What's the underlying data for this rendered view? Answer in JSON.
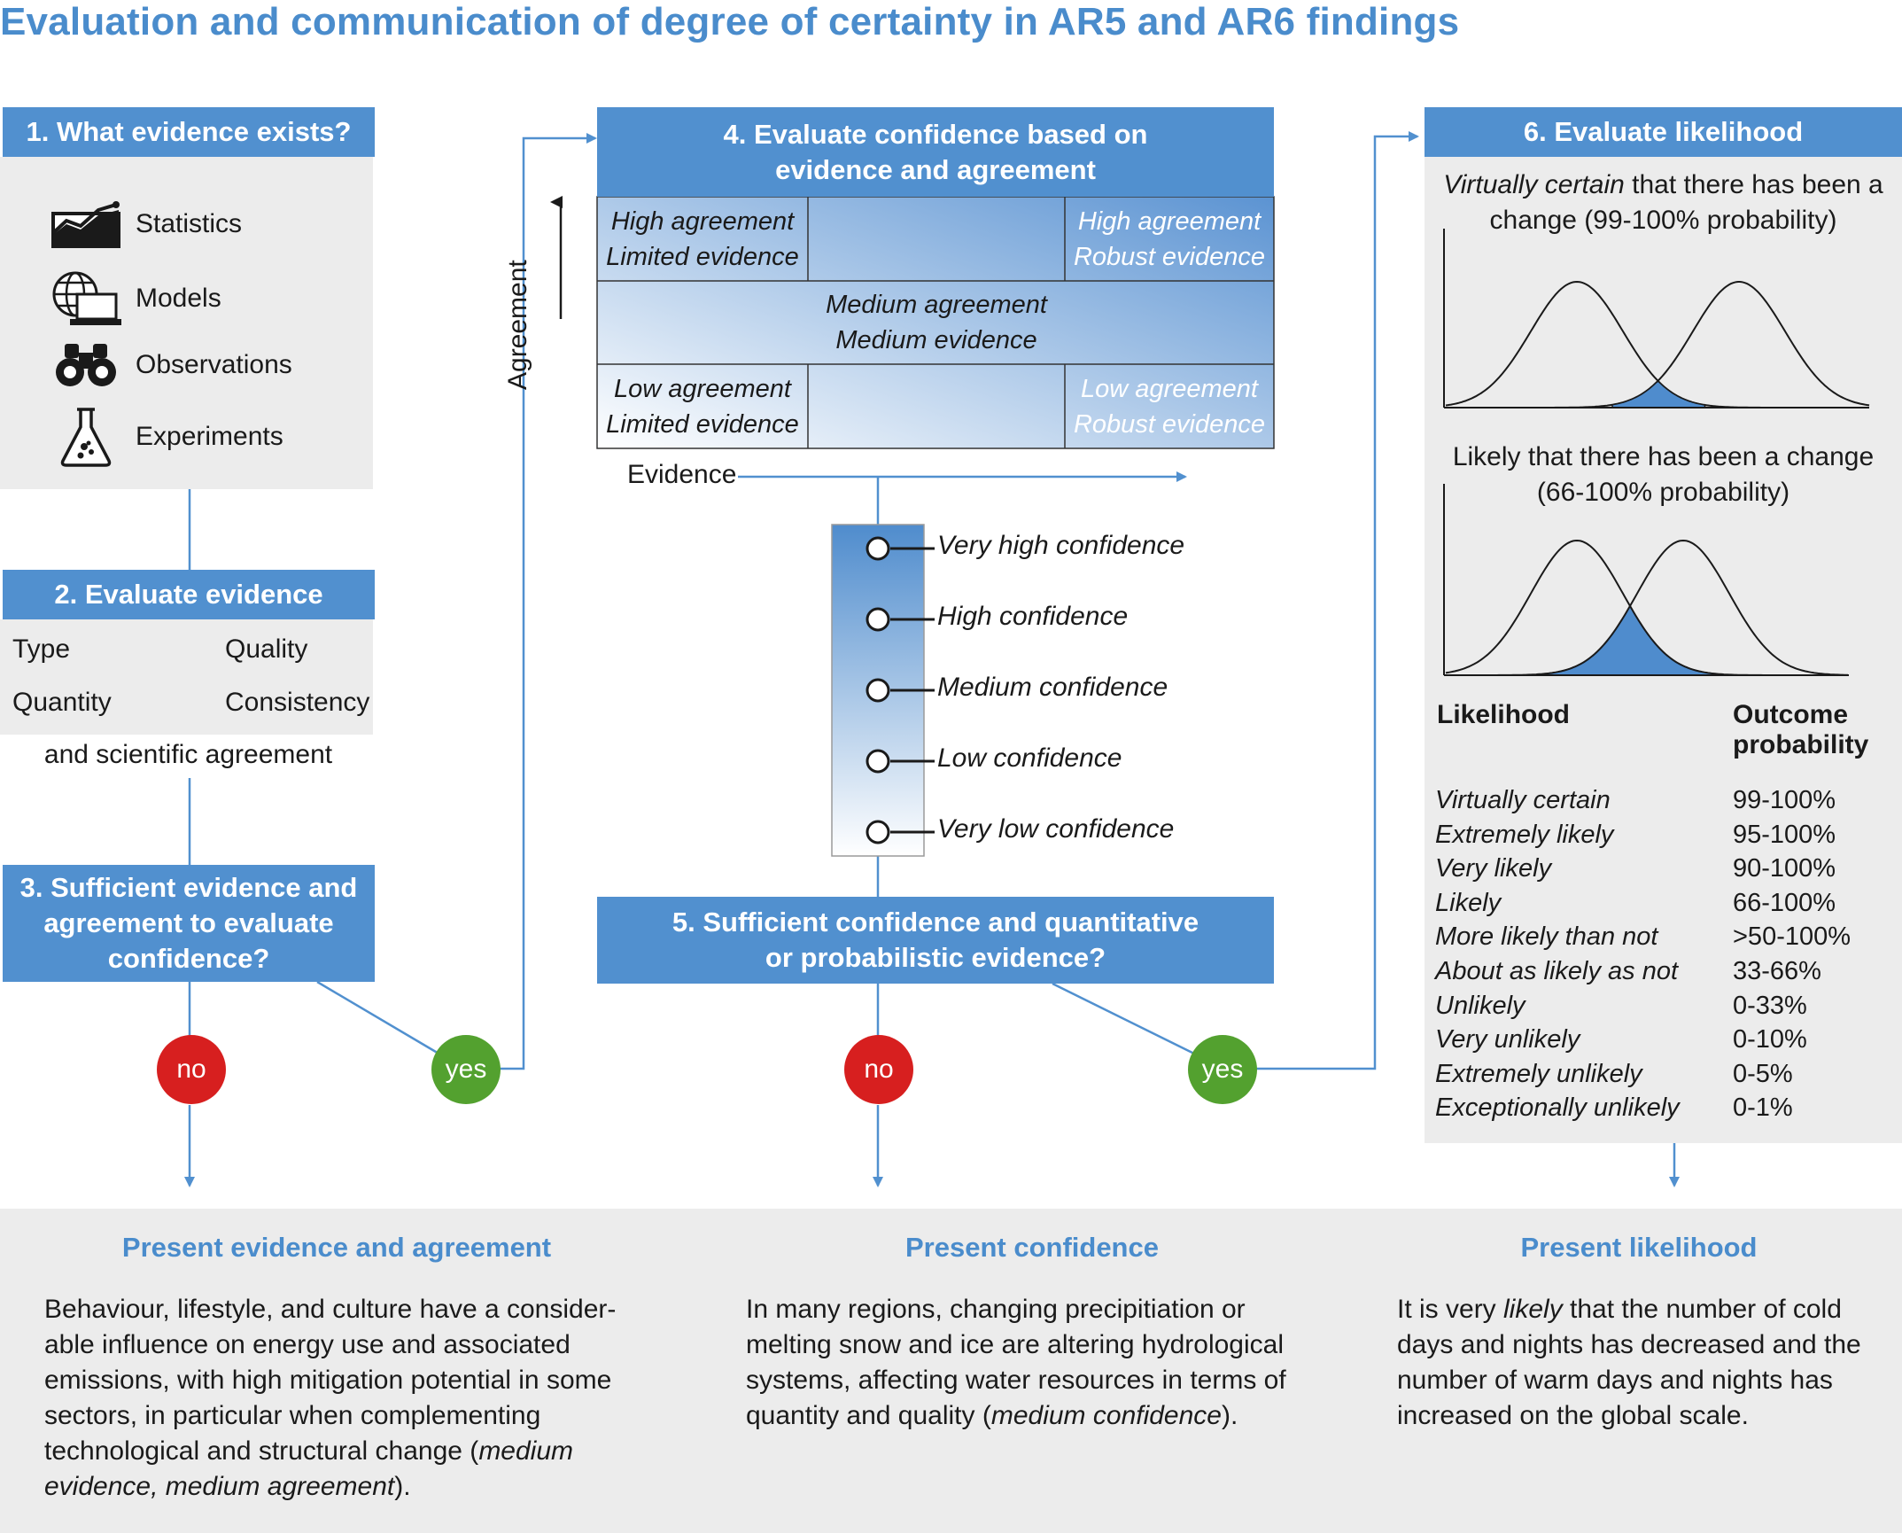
{
  "title": "Evaluation and communication of degree of certainty in AR5 and AR6 findings",
  "step1": {
    "header": "1. What evidence exists?",
    "items": [
      {
        "label": "Statistics",
        "icon": "chart-icon"
      },
      {
        "label": "Models",
        "icon": "globe-laptop-icon"
      },
      {
        "label": "Observations",
        "icon": "binoculars-icon"
      },
      {
        "label": "Experiments",
        "icon": "flask-icon"
      }
    ]
  },
  "step2": {
    "header": "2. Evaluate evidence",
    "type": "Type",
    "quality": "Quality",
    "quantity": "Quantity",
    "consistency": "Consistency",
    "agreement": "and scientific agreement"
  },
  "step3": {
    "header_line1": "3. Sufficient evidence and",
    "header_line2": "agreement to evaluate",
    "header_line3": "confidence?"
  },
  "step4": {
    "header_line1": "4. Evaluate confidence based on",
    "header_line2": "evidence and agreement",
    "cells": {
      "tl1": "High agreement",
      "tl2": "Limited evidence",
      "tr1": "High agreement",
      "tr2": "Robust evidence",
      "mm1": "Medium agreement",
      "mm2": "Medium evidence",
      "bl1": "Low agreement",
      "bl2": "Limited evidence",
      "br1": "Low agreement",
      "br2": "Robust evidence"
    },
    "y_axis": "Agreement",
    "x_axis": "Evidence"
  },
  "confidence_levels": [
    "Very high confidence",
    "High confidence",
    "Medium confidence",
    "Low confidence",
    "Very low confidence"
  ],
  "step5": {
    "header_line1": "5. Sufficient confidence and quantitative",
    "header_line2": "or probabilistic evidence?"
  },
  "step6": {
    "header": "6. Evaluate likelihood",
    "vc_em": "Virtually certain",
    "vc_rest": " that there has been a",
    "vc_line2": "change (99-100% probability)",
    "likely_line1": "Likely that there has been a change",
    "likely_line2": "(66-100% probability)",
    "col_likelihood": "Likelihood",
    "col_outcome1": "Outcome",
    "col_outcome2": "probability",
    "rows": [
      {
        "term": "Virtually certain",
        "prob": "99-100%"
      },
      {
        "term": "Extremely likely",
        "prob": "95-100%"
      },
      {
        "term": "Very likely",
        "prob": "90-100%"
      },
      {
        "term": "Likely",
        "prob": "66-100%"
      },
      {
        "term": "More likely than not",
        "prob": ">50-100%"
      },
      {
        "term": "About as likely as not",
        "prob": "33-66%"
      },
      {
        "term": "Unlikely",
        "prob": "0-33%"
      },
      {
        "term": "Very unlikely",
        "prob": "0-10%"
      },
      {
        "term": "Extremely unlikely",
        "prob": "0-5%"
      },
      {
        "term": "Exceptionally unlikely",
        "prob": "0-1%"
      }
    ]
  },
  "decisions": {
    "no": "no",
    "yes": "yes"
  },
  "bottom": {
    "evidence": {
      "heading": "Present evidence and agreement",
      "l1": "Behaviour, lifestyle, and culture have a consider-",
      "l2": "able influence on energy use and associated",
      "l3": "emissions, with high mitigation potential in some",
      "l4": "sectors, in particular when complementing",
      "l5a": "technological and structural change (",
      "l5b": "medium",
      "l6a": "evidence, medium agreement",
      "l6b": ")."
    },
    "confidence": {
      "heading": "Present confidence",
      "l1": "In many regions, changing precipitiation or",
      "l2": "melting snow and ice are altering hydrological",
      "l3": "systems, affecting water resources in terms of",
      "l4a": "quantity and quality (",
      "l4b": "medium confidence",
      "l4c": ")."
    },
    "likelihood": {
      "heading": "Present likelihood",
      "l1a": "It is very ",
      "l1b": "likely",
      "l1c": " that the number of cold",
      "l2": "days and nights has decreased and the",
      "l3": "number of warm days and nights has",
      "l4": "increased on the global scale."
    }
  },
  "colors": {
    "accent": "#5190cf",
    "title": "#4a8ccc",
    "no": "#d71f1f",
    "yes": "#53a12f",
    "grey": "#ececec"
  }
}
